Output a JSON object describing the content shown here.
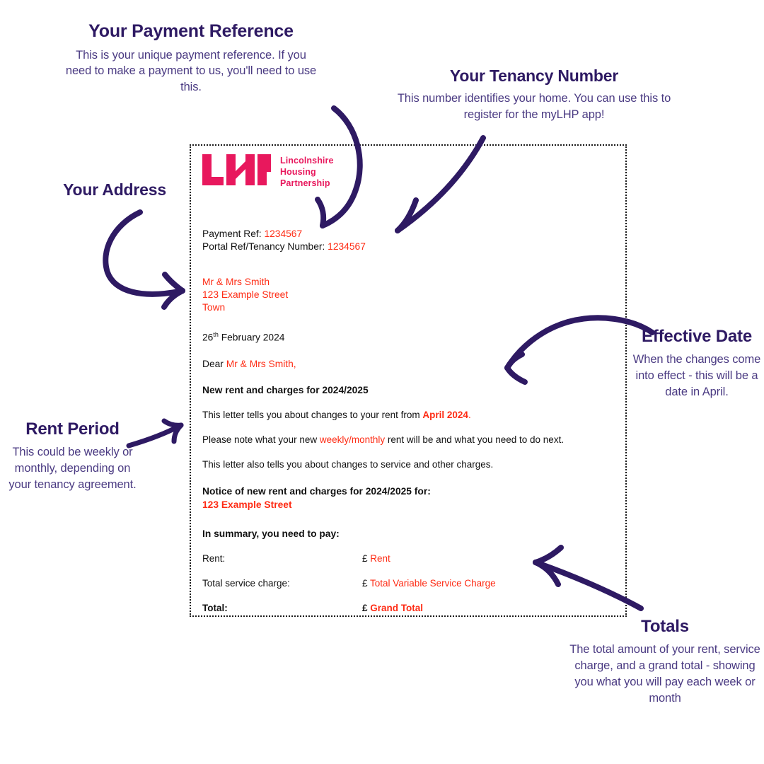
{
  "callouts": [
    {
      "id": "payment-reference",
      "title": "Your Payment Reference",
      "body": "This is your unique payment reference. If you need to make a payment to us, you'll need to use this."
    },
    {
      "id": "tenancy-number",
      "title": "Your Tenancy Number",
      "body": "This number identifies your home. You can use this to register for the myLHP app!"
    },
    {
      "id": "address",
      "title": "Your Address",
      "body": ""
    },
    {
      "id": "rent-period",
      "title": "Rent Period",
      "body": "This could be weekly or monthly, depending on your tenancy agreement."
    },
    {
      "id": "effective-date",
      "title": "Effective Date",
      "body": "When the changes come into effect - this will be a date in April."
    },
    {
      "id": "totals",
      "title": "Totals",
      "body": "The total amount of your rent, service charge, and a grand total - showing you what you will pay each week or month"
    }
  ],
  "letter": {
    "logo": {
      "mark": "LHP",
      "line1": "Lincolnshire",
      "line2": "Housing",
      "line3": "Partnership"
    },
    "refs": {
      "payment_label": "Payment Ref:",
      "payment_value": "1234567",
      "tenancy_label": "Portal Ref/Tenancy Number:",
      "tenancy_value": "1234567"
    },
    "address": {
      "line1": "Mr & Mrs Smith",
      "line2": "123 Example Street",
      "line3": "Town"
    },
    "date": {
      "day": "26",
      "ordinal": "th",
      "rest": " February 2024"
    },
    "salutation": {
      "prefix": "Dear ",
      "name": "Mr & Mrs Smith,"
    },
    "heading": "New rent and charges for 2024/2025",
    "paragraph1": {
      "before": "This letter tells you about changes to your rent from ",
      "highlight": "April 2024",
      "after": "."
    },
    "paragraph2": {
      "before": "Please note what your new ",
      "highlight": "weekly/monthly",
      "after": " rent will be and what you need to do next."
    },
    "paragraph3": "This letter also tells you about changes to service and other charges.",
    "notice": {
      "line1": "Notice of new rent and charges for 2024/2025 for:",
      "line2": "123 Example Street"
    },
    "summary_heading": "In summary, you need to pay:",
    "summary_rows": [
      {
        "label": "Rent:",
        "currency": "£",
        "value": "Rent",
        "bold": false
      },
      {
        "label": "Total service charge:",
        "currency": "£",
        "value": "Total Variable Service Charge",
        "bold": false
      },
      {
        "label": "Total:",
        "currency": "£",
        "value": "Grand Total",
        "bold": true
      }
    ]
  },
  "colors": {
    "annotation_title": "#2e1a63",
    "annotation_body": "#4a3a82",
    "arrow": "#2e1a63",
    "logo_pink": "#e8185d",
    "letter_red": "#fe2b14",
    "letter_text": "#111111",
    "page_border": "#1a1a1a"
  }
}
